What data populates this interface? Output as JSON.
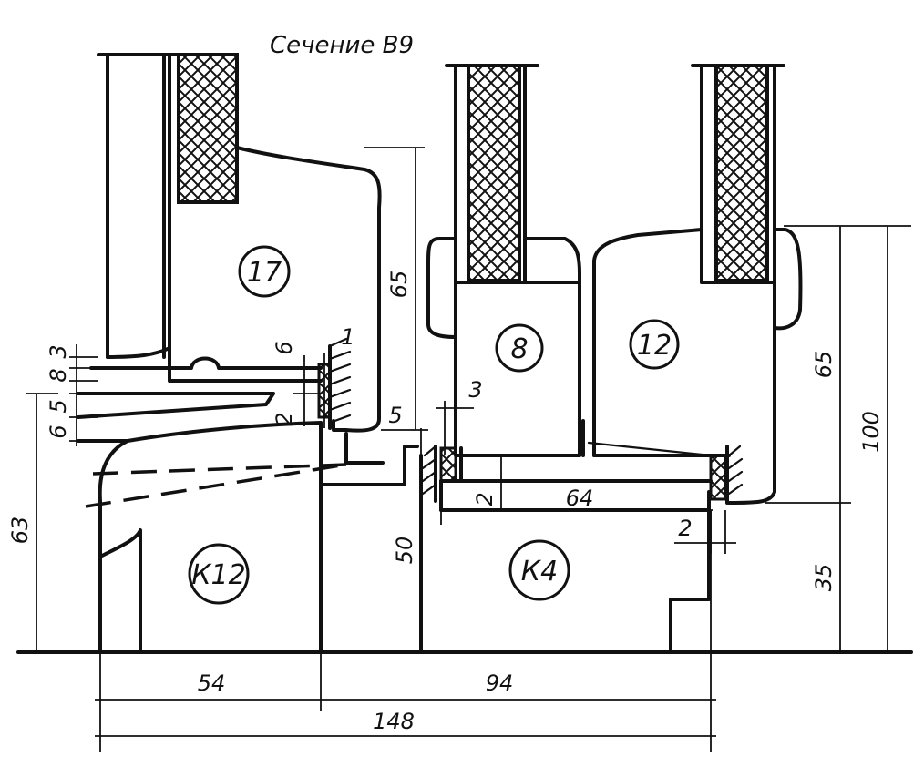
{
  "title": "Сечение В9",
  "parts": {
    "p17": "17",
    "p8": "8",
    "p12": "12",
    "k12": "К12",
    "k4": "К4"
  },
  "dims": {
    "d3_top": "3",
    "d8": "8",
    "d5": "5",
    "d6_left": "6",
    "d63": "63",
    "d6_mid": "6",
    "d1": "1",
    "d2_mid": "2",
    "d65_left": "65",
    "d5_mid": "5",
    "d3_mid": "3",
    "d50": "50",
    "d2_bot": "2",
    "d64": "64",
    "d2_right": "2",
    "d65_right": "65",
    "d100": "100",
    "d35": "35",
    "d54": "54",
    "d94": "94",
    "d148": "148"
  }
}
